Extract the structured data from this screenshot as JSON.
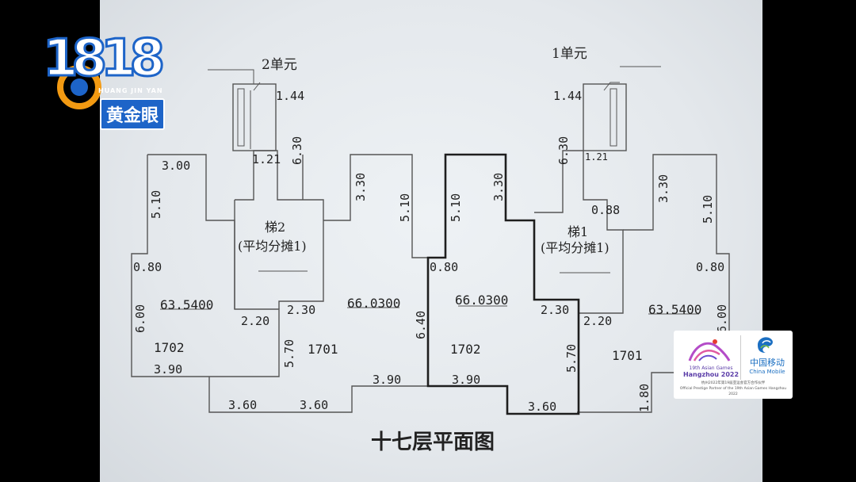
{
  "plan": {
    "title": "十七层平面图",
    "units": [
      {
        "label": "2单元"
      },
      {
        "label": "1单元"
      }
    ],
    "stairs": [
      {
        "name": "梯2",
        "note": "(平均分摊1)"
      },
      {
        "name": "梯1",
        "note": "(平均分摊1)"
      }
    ],
    "rooms": {
      "r1702_left": {
        "number": "1702",
        "area": "63.5400"
      },
      "r1701_left": {
        "number": "1701",
        "area": "66.0300"
      },
      "r1702_center": {
        "number": "1702",
        "area": "66.0300"
      },
      "r1701_right": {
        "number": "1701",
        "area": "63.5400"
      }
    },
    "dimensions": {
      "d_1_44_a": "1.44",
      "d_6_30_a": "6.30",
      "d_1_21_a": "1.21",
      "d_3_00": "3.00",
      "d_5_10_a": "5.10",
      "d_0_80_a": "0.80",
      "d_6_00": "6.00",
      "d_3_90_a": "3.90",
      "d_3_60_a": "3.60",
      "d_2_20_a": "2.20",
      "d_2_30_a": "2.30",
      "d_3_30_a": "3.30",
      "d_5_10_b": "5.10",
      "d_5_70_a": "5.70",
      "d_3_60_b": "3.60",
      "d_3_90_b": "3.90",
      "d_6_40": "6.40",
      "d_0_80_b": "0.80",
      "d_5_10_c": "5.10",
      "d_3_30_b": "3.30",
      "d_3_90_c": "3.90",
      "d_2_30_b": "2.30",
      "d_5_70_b": "5.70",
      "d_3_60_c": "3.60",
      "d_1_44_b": "1.44",
      "d_6_30_b": "6.30",
      "d_1_21_b": "1.21",
      "d_0_88": "0.88",
      "d_3_30_c": "3.30",
      "d_5_10_d": "5.10",
      "d_0_80_c": "0.80",
      "d_2_20_b": "2.20",
      "d_6_00_b": "6.00",
      "d_1_80": "1.80"
    }
  },
  "logo": {
    "number": "1818",
    "romanization": "HUANG JIN YAN",
    "name": "黄金眼"
  },
  "sponsor": {
    "games_line1": "19th Asian Games",
    "games_line2": "Hangzhou 2022",
    "partner_cn": "中国移动",
    "partner_en": "China Mobile",
    "footer_cn": "杭州2022年第19届亚运会官方合作伙伴",
    "footer_en": "Official Prestige Partner of the 19th Asian Games Hangzhou 2022"
  },
  "colors": {
    "logo_blue": "#1d64c8",
    "logo_orange": "#f39a12",
    "mobile_blue": "#1b6fc2"
  }
}
